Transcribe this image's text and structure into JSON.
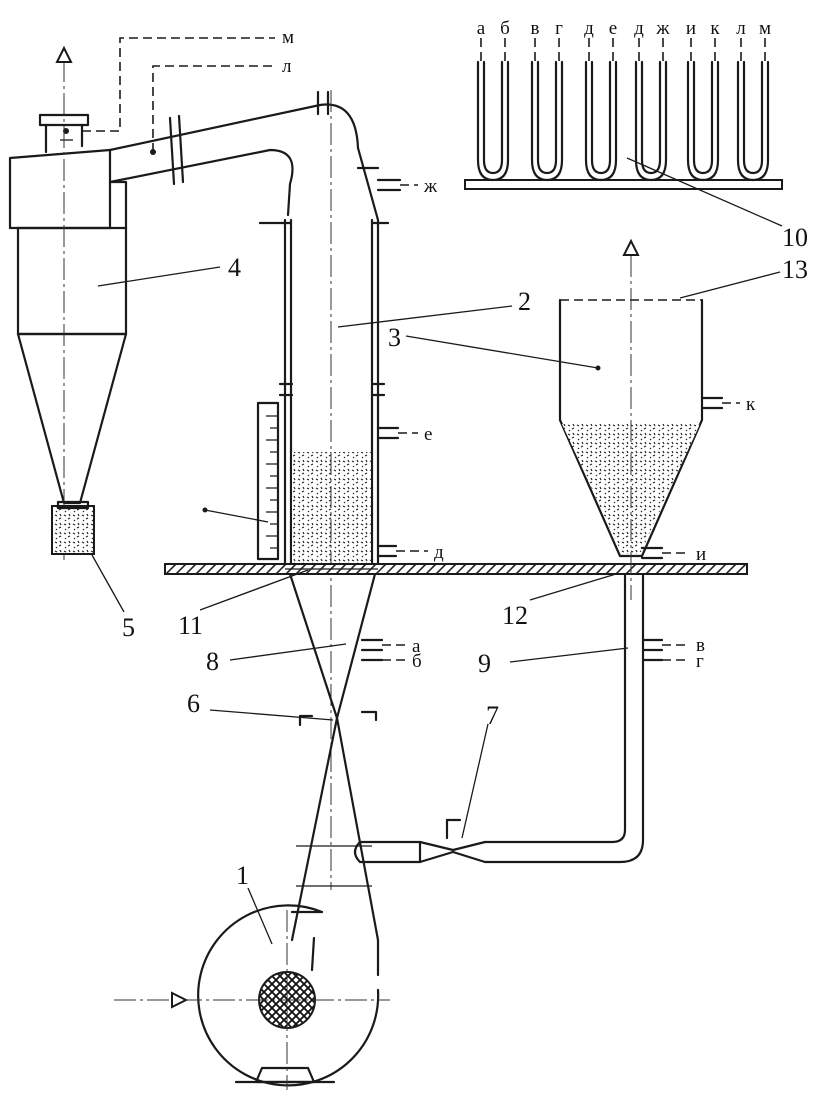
{
  "component_numbers": {
    "n1": "1",
    "n2": "2",
    "n3": "3",
    "n4": "4",
    "n5": "5",
    "n6": "6",
    "n7": "7",
    "n8": "8",
    "n9": "9",
    "n10": "10",
    "n11": "11",
    "n12": "12",
    "n13": "13"
  },
  "pressure_taps": {
    "a": "а",
    "b": "б",
    "v": "в",
    "g": "г",
    "d": "д",
    "e": "е",
    "zh": "ж",
    "i": "и",
    "k": "к",
    "l": "л",
    "m": "м"
  },
  "manometer_labels": [
    "а",
    "б",
    "в",
    "г",
    "д",
    "е",
    "д",
    "ж",
    "и",
    "к",
    "л",
    "м"
  ],
  "colors": {
    "ink": "#1a1a1a",
    "background": "#ffffff"
  }
}
